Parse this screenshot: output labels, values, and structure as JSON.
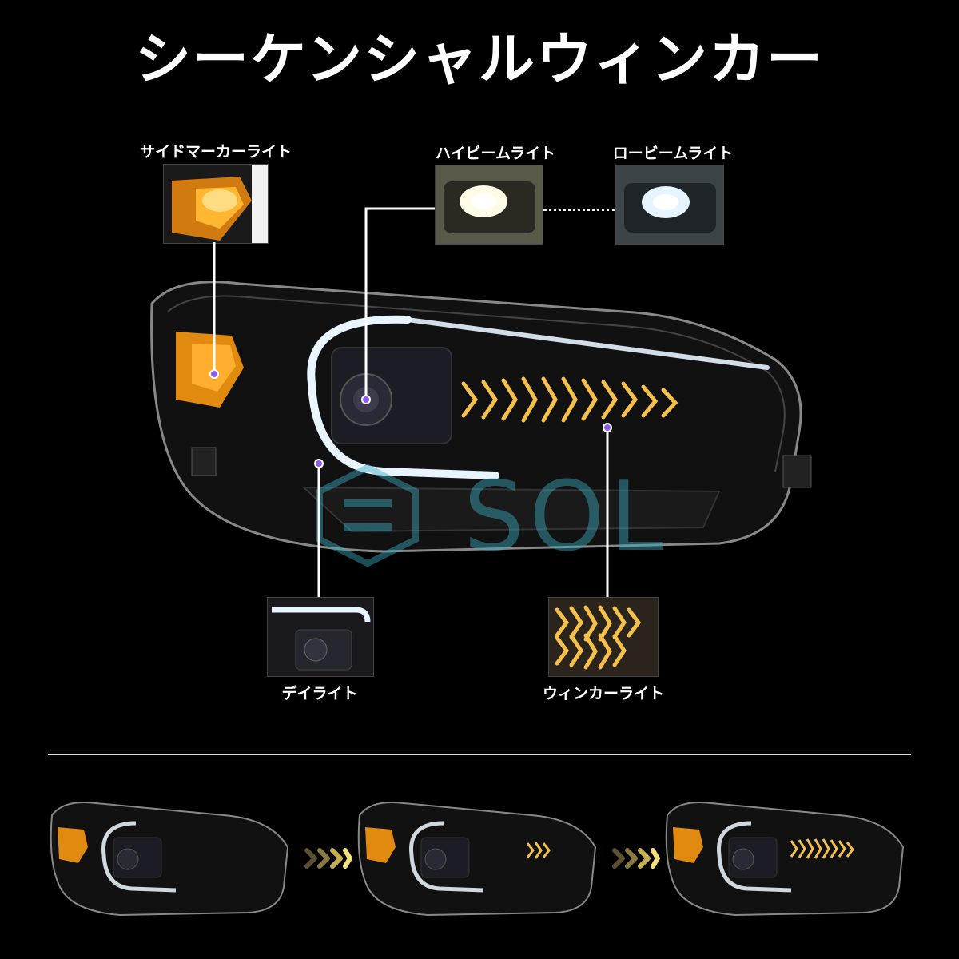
{
  "title": "シーケンシャルウィンカー",
  "labels": {
    "side_marker": "サイドマーカーライト",
    "high_beam": "ハイビームライト",
    "low_beam": "ロービームライト",
    "day_light": "デイライト",
    "winker": "ウィンカーライト"
  },
  "watermark": "SOL",
  "colors": {
    "amber": "#f5a623",
    "led_white": "#e8f4ff",
    "connector": "#ffffff",
    "dot": "#8a5cf0"
  }
}
